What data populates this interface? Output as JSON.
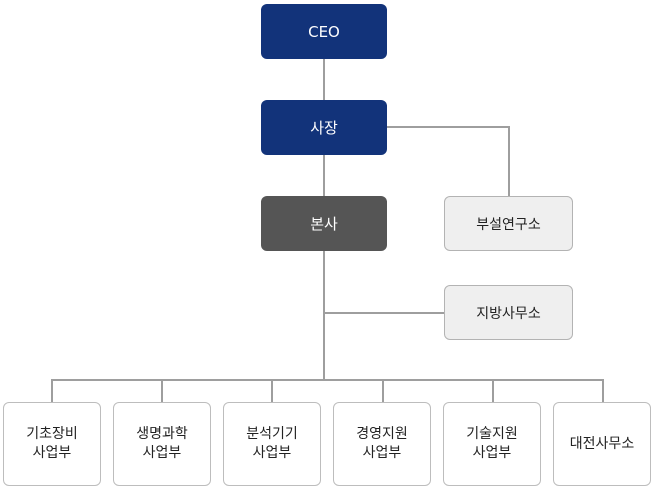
{
  "org": {
    "ceo": "CEO",
    "president": "사장",
    "headquarters": "본사",
    "research_center": "부설연구소",
    "regional_office": "지방사무소",
    "departments": [
      {
        "line1": "기초장비",
        "line2": "사업부"
      },
      {
        "line1": "생명과학",
        "line2": "사업부"
      },
      {
        "line1": "분석기기",
        "line2": "사업부"
      },
      {
        "line1": "경영지원",
        "line2": "사업부"
      },
      {
        "line1": "기술지원",
        "line2": "사업부"
      },
      {
        "line1": "대전사무소",
        "line2": ""
      }
    ]
  },
  "colors": {
    "executive": "#12337a",
    "headquarters": "#555555",
    "affiliate": "#efefef",
    "department": "#ffffff",
    "connector": "#9e9e9e"
  }
}
